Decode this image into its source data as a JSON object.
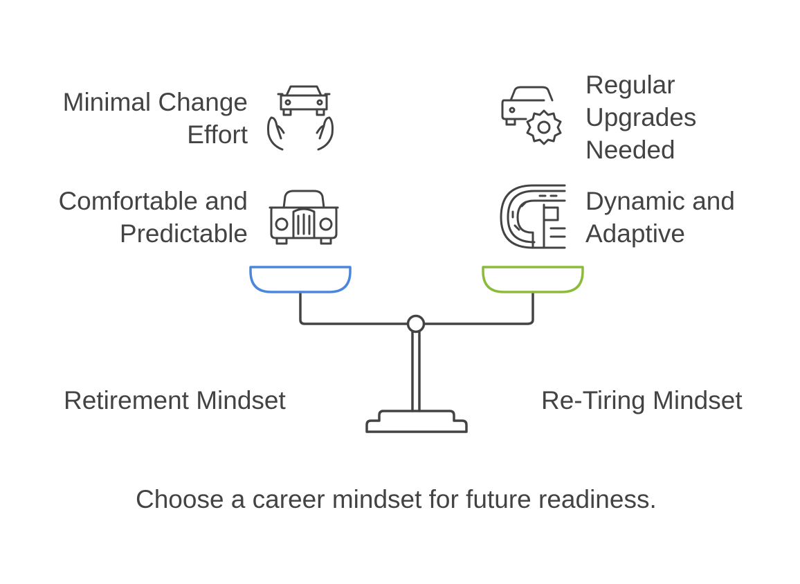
{
  "left_side": {
    "label": "Retirement Mindset",
    "pan_color": "#4a87dc",
    "items": [
      {
        "text": "Minimal Change\nEffort",
        "icon": "car-in-hands-icon"
      },
      {
        "text": "Comfortable and\nPredictable",
        "icon": "classic-car-icon"
      }
    ]
  },
  "right_side": {
    "label": "Re-Tiring Mindset",
    "pan_color": "#8cbb3c",
    "items": [
      {
        "text": "Regular\nUpgrades\nNeeded",
        "icon": "car-gear-icon"
      },
      {
        "text": "Dynamic and\nAdaptive",
        "icon": "race-track-flag-icon"
      }
    ]
  },
  "caption": "Choose a career mindset for future readiness.",
  "colors": {
    "text": "#434343",
    "stroke": "#434343"
  }
}
